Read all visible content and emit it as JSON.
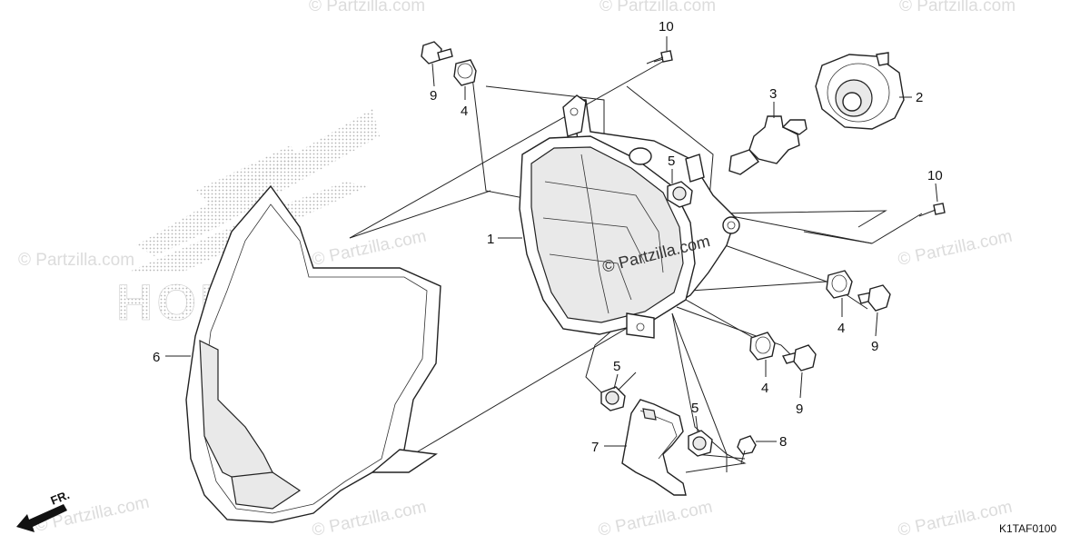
{
  "diagram": {
    "brand_watermark": "HONDA",
    "diagram_code": "K1TAF0100",
    "direction_label": "FR.",
    "watermark_text": "© Partzilla.com",
    "center_watermark_text": "© Partzilla.com",
    "callouts": [
      {
        "id": "c1",
        "label": "1"
      },
      {
        "id": "c2",
        "label": "2"
      },
      {
        "id": "c3",
        "label": "3"
      },
      {
        "id": "c4a",
        "label": "4"
      },
      {
        "id": "c4b",
        "label": "4"
      },
      {
        "id": "c4c",
        "label": "4"
      },
      {
        "id": "c5a",
        "label": "5"
      },
      {
        "id": "c5b",
        "label": "5"
      },
      {
        "id": "c5c",
        "label": "5"
      },
      {
        "id": "c6",
        "label": "6"
      },
      {
        "id": "c7",
        "label": "7"
      },
      {
        "id": "c8",
        "label": "8"
      },
      {
        "id": "c9a",
        "label": "9"
      },
      {
        "id": "c9b",
        "label": "9"
      },
      {
        "id": "c9c",
        "label": "9"
      },
      {
        "id": "c10a",
        "label": "10"
      },
      {
        "id": "c10b",
        "label": "10"
      }
    ]
  }
}
